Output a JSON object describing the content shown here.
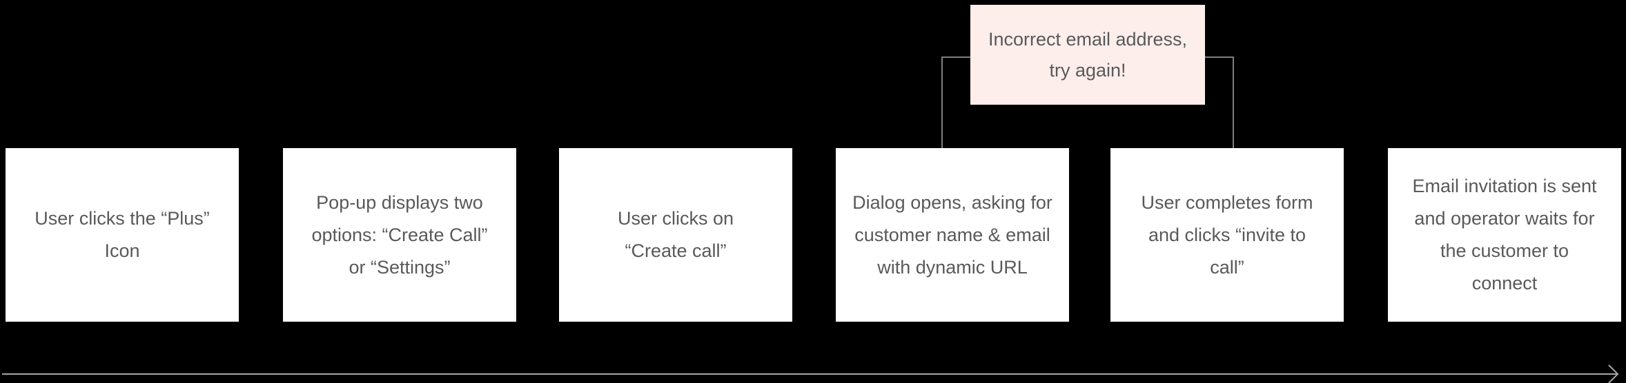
{
  "colors": {
    "background": "#000000",
    "box-bg": "#ffffff",
    "box-text": "#595959",
    "note-bg": "#fdeeec",
    "connector": "#7f7f7f",
    "arrow": "#a6a6a6"
  },
  "error_note": {
    "lines": [
      "Incorrect email address,",
      "try again!"
    ]
  },
  "flow": {
    "steps": [
      {
        "lines": [
          "User clicks the “Plus”",
          "Icon"
        ]
      },
      {
        "lines": [
          "Pop-up displays two",
          "options: “Create Call”",
          "or “Settings”"
        ]
      },
      {
        "lines": [
          "User clicks on",
          "“Create call”"
        ]
      },
      {
        "lines": [
          "Dialog opens, asking for",
          "customer name & email",
          "with dynamic URL"
        ]
      },
      {
        "lines": [
          "User completes form",
          "and clicks “invite to",
          "call”"
        ]
      },
      {
        "lines": [
          "Email invitation is sent",
          "and operator waits for",
          "the customer to",
          "connect"
        ]
      }
    ]
  }
}
